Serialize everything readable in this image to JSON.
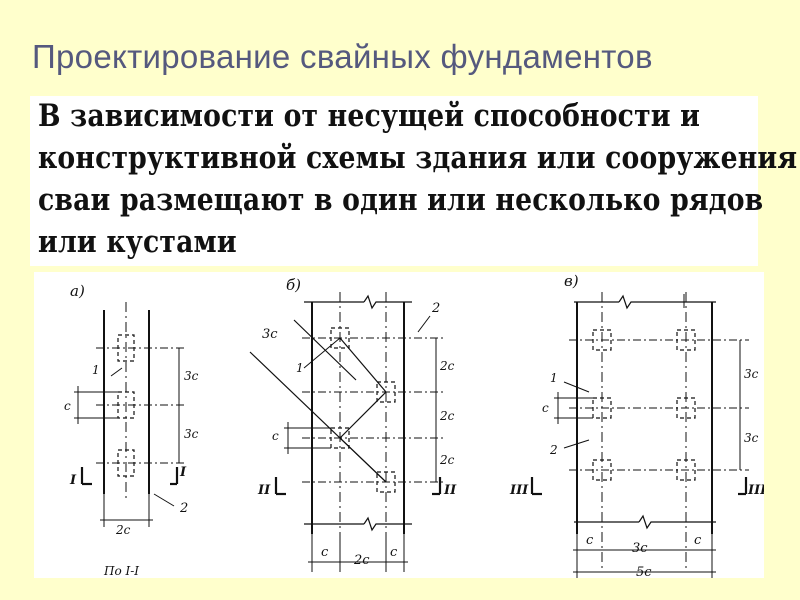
{
  "slide": {
    "title": "Проектирование свайных фундаментов",
    "text_lines": [
      "В зависимости от несущей способности и",
      "конструктивной схемы здания или сооружения",
      "сваи размещают в один или несколько рядов",
      "или кустами"
    ]
  },
  "figures": {
    "a": {
      "label": "а)",
      "callout_1": "1",
      "callout_2": "2",
      "dim_3c_top": "3c",
      "dim_3c_bottom": "3c",
      "dim_c": "c",
      "dim_2c": "2c",
      "section_left": "I",
      "section_right": "I",
      "caption": "По I-I"
    },
    "b": {
      "label": "б)",
      "callout_1": "1",
      "callout_2": "2",
      "dim_3c": "3c",
      "dim_2c_1": "2c",
      "dim_2c_2": "2c",
      "dim_2c_3": "2c",
      "dim_c_side": "c",
      "dim_c_left": "c",
      "dim_2c_bottom": "2c",
      "dim_c_right": "c",
      "section_left": "II",
      "section_right": "II"
    },
    "v": {
      "label": "в)",
      "callout_1": "1",
      "callout_2": "2",
      "dim_3c_1": "3c",
      "dim_3c_2": "3c",
      "dim_c_side": "c",
      "dim_c_left": "c",
      "dim_3c_bottom": "3c",
      "dim_c_right": "c",
      "dim_5c": "5c",
      "section_left": "III",
      "section_right": "III"
    }
  },
  "colors": {
    "background": "#ffffcc",
    "title": "#55597e",
    "ink": "#111111"
  }
}
